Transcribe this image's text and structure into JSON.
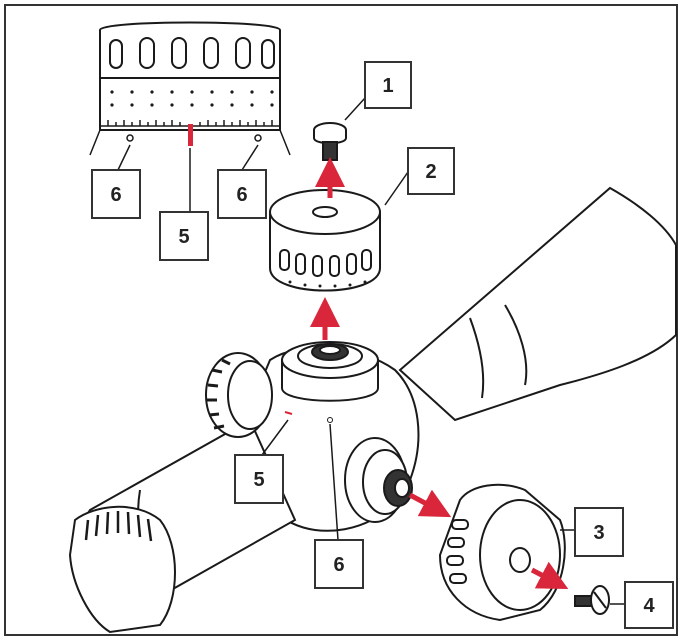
{
  "diagram": {
    "callouts": [
      {
        "id": "c1",
        "text": "1"
      },
      {
        "id": "c2",
        "text": "2"
      },
      {
        "id": "c3",
        "text": "3"
      },
      {
        "id": "c4",
        "text": "4"
      },
      {
        "id": "c5a",
        "text": "5"
      },
      {
        "id": "c5b",
        "text": "5"
      },
      {
        "id": "c6a",
        "text": "6"
      },
      {
        "id": "c6b",
        "text": "6"
      },
      {
        "id": "c6c",
        "text": "6"
      }
    ],
    "colors": {
      "outline": "#1a1a1a",
      "arrow": "#d9263a",
      "label_box_fill": "#ffffff",
      "label_box_stroke": "#333333"
    }
  }
}
